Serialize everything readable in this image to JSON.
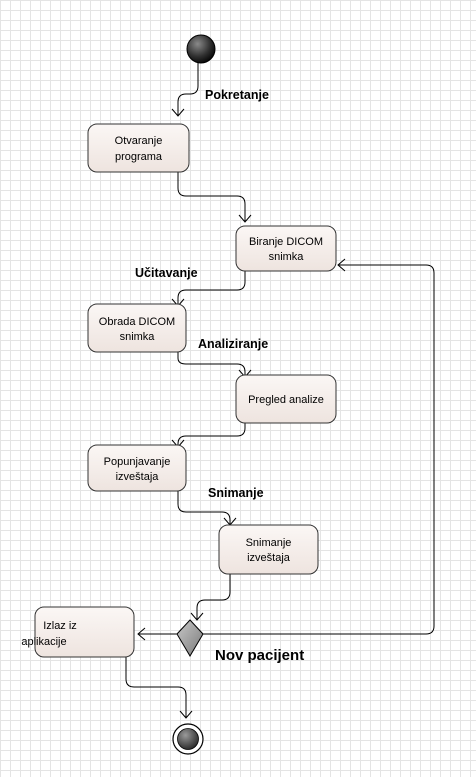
{
  "nodes": {
    "otvaranje": [
      "Otvaranje",
      "programa"
    ],
    "biranje": [
      "Biranje DICOM",
      "snimka"
    ],
    "obrada": [
      "Obrada DICOM",
      "snimka"
    ],
    "pregled": [
      "Pregled analize"
    ],
    "popunjavanje": [
      "Popunjavanje",
      "izveštaja"
    ],
    "snimanje": [
      "Snimanje",
      "izveštaja"
    ],
    "izlaz": [
      "Izlaz iz",
      "aplikacije"
    ]
  },
  "labels": {
    "pokretanje": "Pokretanje",
    "ucitavanje": "Učitavanje",
    "analiziranje": "Analiziranje",
    "snimanje": "Snimanje",
    "nov_pacijent": "Nov pacijent"
  }
}
